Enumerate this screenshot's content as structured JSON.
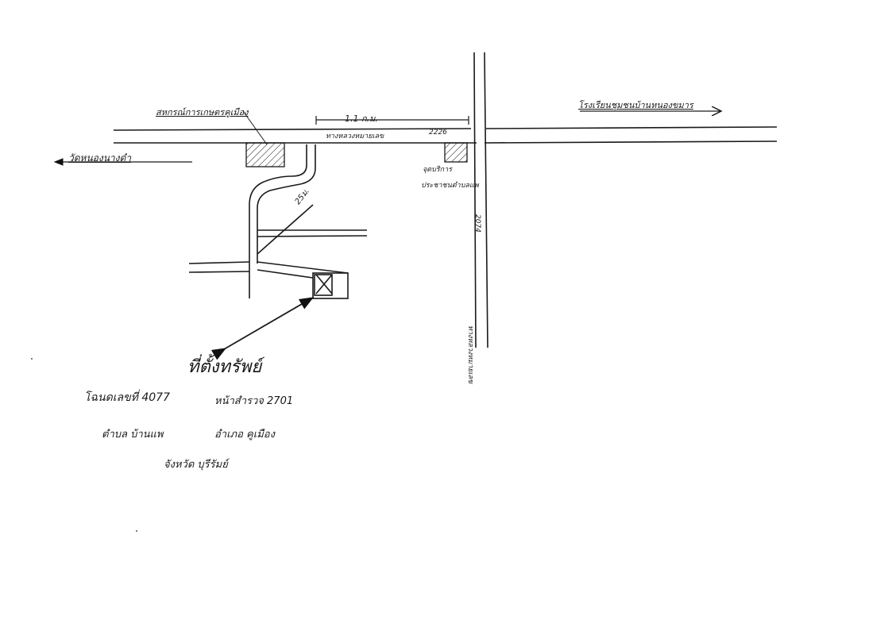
{
  "map": {
    "labels": {
      "coop": "สหกรณ์การเกษตรคูเมือง",
      "distance": "1.1 ก.ม.",
      "highway": "ทางหลวงหมายเลข",
      "highway_num": "2226",
      "school": "โรงเรียนชุมชนบ้านหนองขมาร",
      "temple": "วัดหนองนางดำ",
      "service_line1": "จุดบริการ",
      "service_line2": "ประชาชนตำบลแพ",
      "side_road": "25ม.",
      "vertical_road": "ทางหลวงหมายเลข",
      "vertical_road_num": "2074"
    }
  },
  "caption": {
    "title": "ที่ตั้งทรัพย์",
    "deed": "โฉนดเลขที่ 4077",
    "survey": "หน้าสำรวจ 2701",
    "subdistrict": "ตำบล บ้านแพ",
    "district": "อำเภอ คูเมือง",
    "province": "จังหวัด บุรีรัมย์"
  }
}
